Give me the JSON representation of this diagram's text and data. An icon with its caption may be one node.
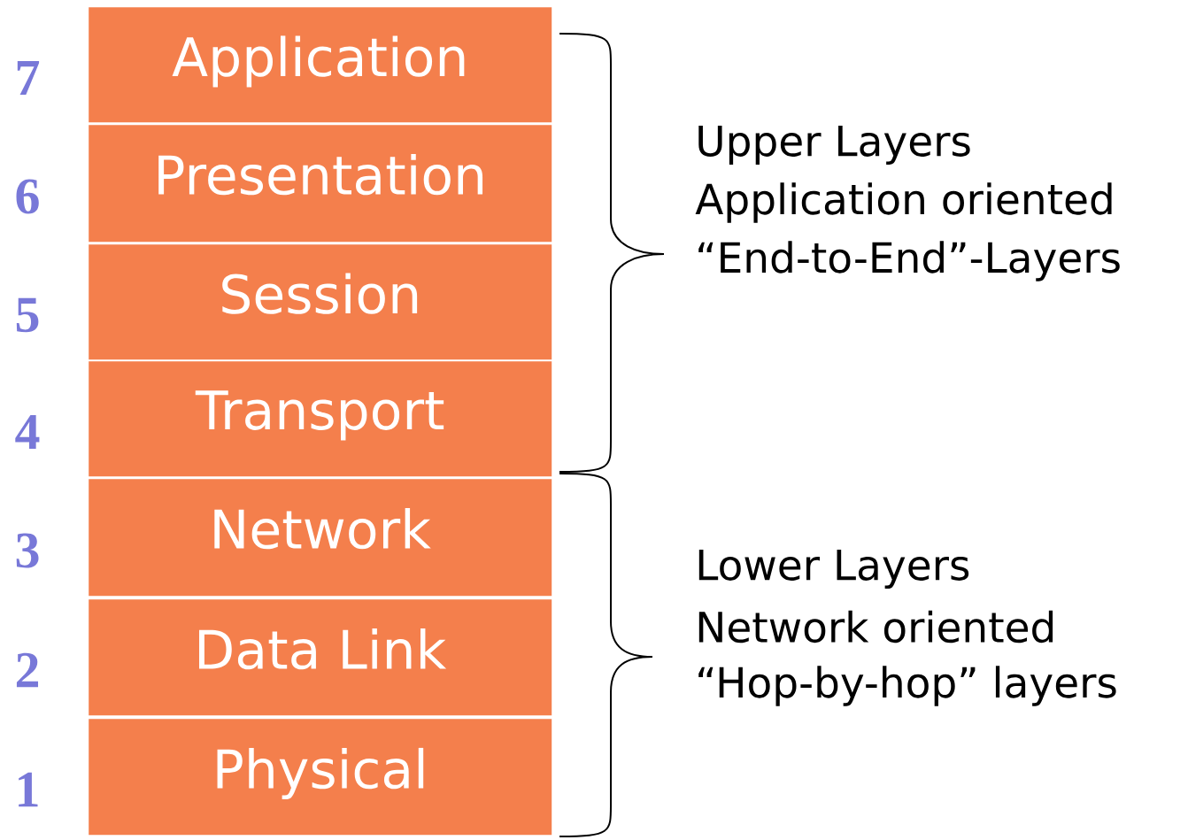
{
  "diagram": {
    "nodes": [
      {
        "text": [
          "Application"
        ],
        "beside": [
          "7"
        ]
      },
      {
        "text": [
          "Presentation"
        ],
        "beside": [
          "6"
        ]
      },
      {
        "text": [
          "Session"
        ],
        "beside": [
          "5"
        ]
      },
      {
        "text": [
          "Transport"
        ],
        "beside": [
          "4"
        ]
      },
      {
        "text": [
          "Network"
        ],
        "beside": [
          "3"
        ]
      },
      {
        "text": [
          "Data Link"
        ],
        "beside": [
          "2"
        ]
      },
      {
        "text": [
          "Physical"
        ],
        "beside": [
          "1"
        ]
      }
    ],
    "labels": [
      "Upper Layers",
      "Application oriented",
      "“End-to-End”-Layers",
      "Lower Layers",
      "Network oriented",
      "“Hop-by-hop” layers"
    ]
  }
}
